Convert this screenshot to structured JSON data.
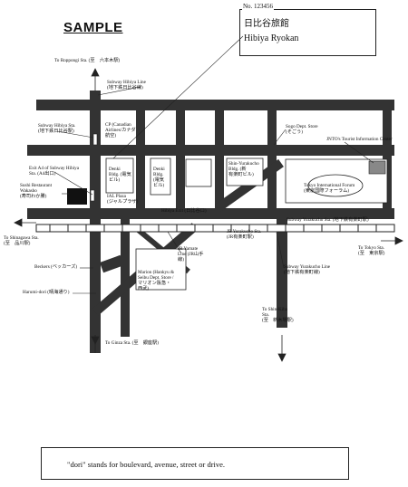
{
  "header": {
    "sample_label": "SAMPLE",
    "id_number": "No. 123456",
    "hotel_name_jp": "日比谷旅館",
    "hotel_name_en": "Hibiya Ryokan"
  },
  "labels": {
    "roppongi": "To Roppongi Sta. (至　六本木駅)",
    "hibiya_line": "Subway Hibiya Line\n(地下鉄日比谷線)",
    "hibiya_sta": "Subway Hibiya Sta.\n(地下鉄日比谷駅)",
    "cp_airlines": "CP (Canadian\nAirlines/カナダ\n航空)",
    "sogo": "Sogo Dept. Store\n(そごう)",
    "jnto": "JNTO's Tourist Information Center",
    "exit_a4": "Exit A4 of Subway Hibiya\nSta. (A4出口)",
    "sushi": "Sushi Restaurant\nWakasho\n(寿司わか勝)",
    "denki1": "Denki\nBldg. (電気\nビル)",
    "denki2": "Denki\nBldg.\n(電気\nビル)",
    "shin_yurakucho": "Shin-Yurakucho\nBldg. (新\n有楽町ビル)",
    "tokyo_forum": "Tokyo International Forum\n(東京国際フォーラム)",
    "ial_plaza": "IAL Plaza\n(ジャルプラザ)",
    "hibiya_exit": "Hibiya Exit (日比谷口)",
    "subway_yurakucho_sta": "Subway Yurakucho Sta. (地下鉄有楽町駅)",
    "shinagawa": "To Shinagawa Sta.\n(至　品川駅)",
    "jr_yurakucho": "JR Yurakucho Sta.\n(JR有楽町駅)",
    "tokyo_sta": "To Tokyo Sta.\n(至　東京駅)",
    "jr_yamate": "JR Yamate\nLine (JR山手\n線)",
    "beckers": "Beckers (ベッカーズ)",
    "marion": "Marion (Hankyu &\nSeibu Dept. Store /\nマリオン阪急・\n西武)",
    "subway_yurakucho_line": "Subway Yurakucho Line\n(地下鉄有楽町線)",
    "harumi": "Harumi-dori (晴海通り)",
    "shin_kiba": "To Shin-Kiba\nSta.\n(至　新木場駅)",
    "ginza": "To Ginza Sta. (至　銀座駅)"
  },
  "footer": {
    "note": "\"dori\" stands for boulevard, avenue, street or drive."
  }
}
